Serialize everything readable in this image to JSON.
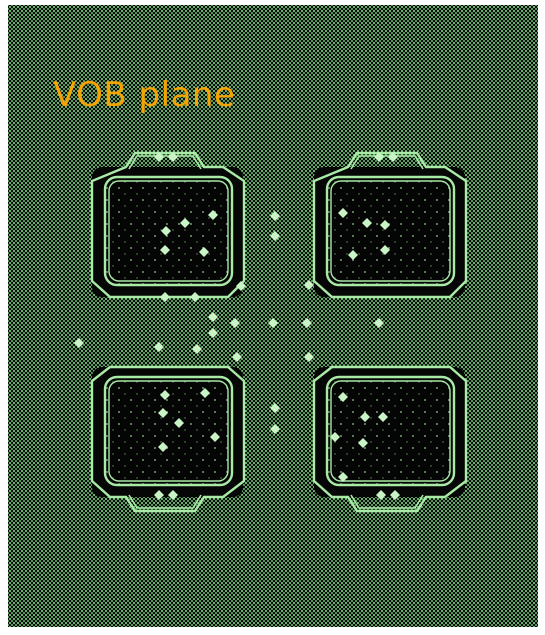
{
  "label": "VOB plane",
  "colors": {
    "background": "#0b0d0a",
    "trace": "#a9eaa6",
    "via": "#c9f5c6",
    "label": "#f5a300"
  },
  "pads": [
    "pad-top-left",
    "pad-top-right",
    "pad-bottom-left",
    "pad-bottom-right"
  ]
}
